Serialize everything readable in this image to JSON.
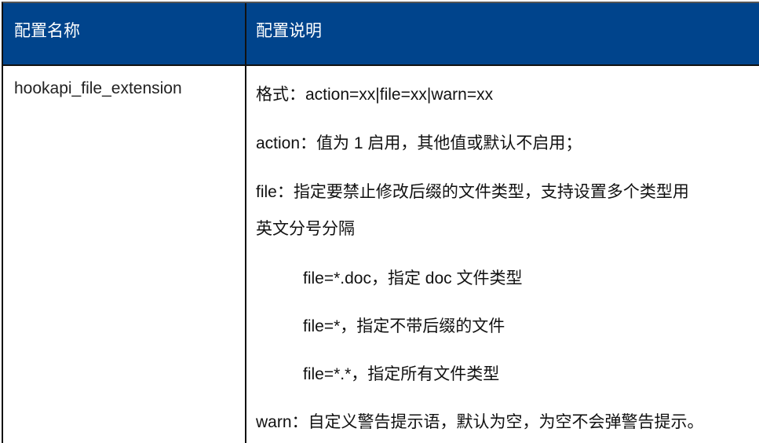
{
  "table": {
    "headers": [
      "配置名称",
      "配置说明"
    ],
    "header_bg": "#00448c",
    "row": {
      "name": "hookapi_file_extension",
      "description_lines": [
        "格式：action=xx|file=xx|warn=xx",
        "action：值为 1 启用，其他值或默认不启用；",
        "file：指定要禁止修改后缀的文件类型，支持设置多个类型用",
        "英文分号分隔",
        "file=*.doc，指定 doc 文件类型",
        "file=*，指定不带后缀的文件",
        "file=*.*，指定所有文件类型",
        "warn：自定义警告提示语，默认为空，为空不会弹警告提示。"
      ]
    }
  }
}
